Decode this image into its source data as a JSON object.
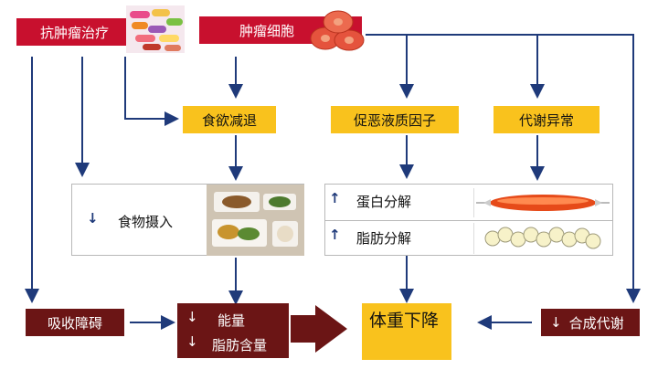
{
  "nodes": {
    "treatment": "抗肿瘤治疗",
    "tumor_cell": "肿瘤细胞",
    "appetite": "食欲减退",
    "cachexia_factor": "促恶液质因子",
    "metabolism": "代谢异常",
    "food_intake": "食物摄入",
    "protein_breakdown": "蛋白分解",
    "fat_breakdown": "脂肪分解",
    "absorption": "吸收障碍",
    "energy": "能量",
    "fat_content": "脂肪含量",
    "weight_loss": "体重下降",
    "anabolism": "合成代谢"
  },
  "indicators": {
    "down": "↓",
    "up": "↑"
  },
  "colors": {
    "red": "#c8102e",
    "yellow": "#f9c21d",
    "dark_red": "#6b1515",
    "arrow": "#1f3a7a"
  }
}
